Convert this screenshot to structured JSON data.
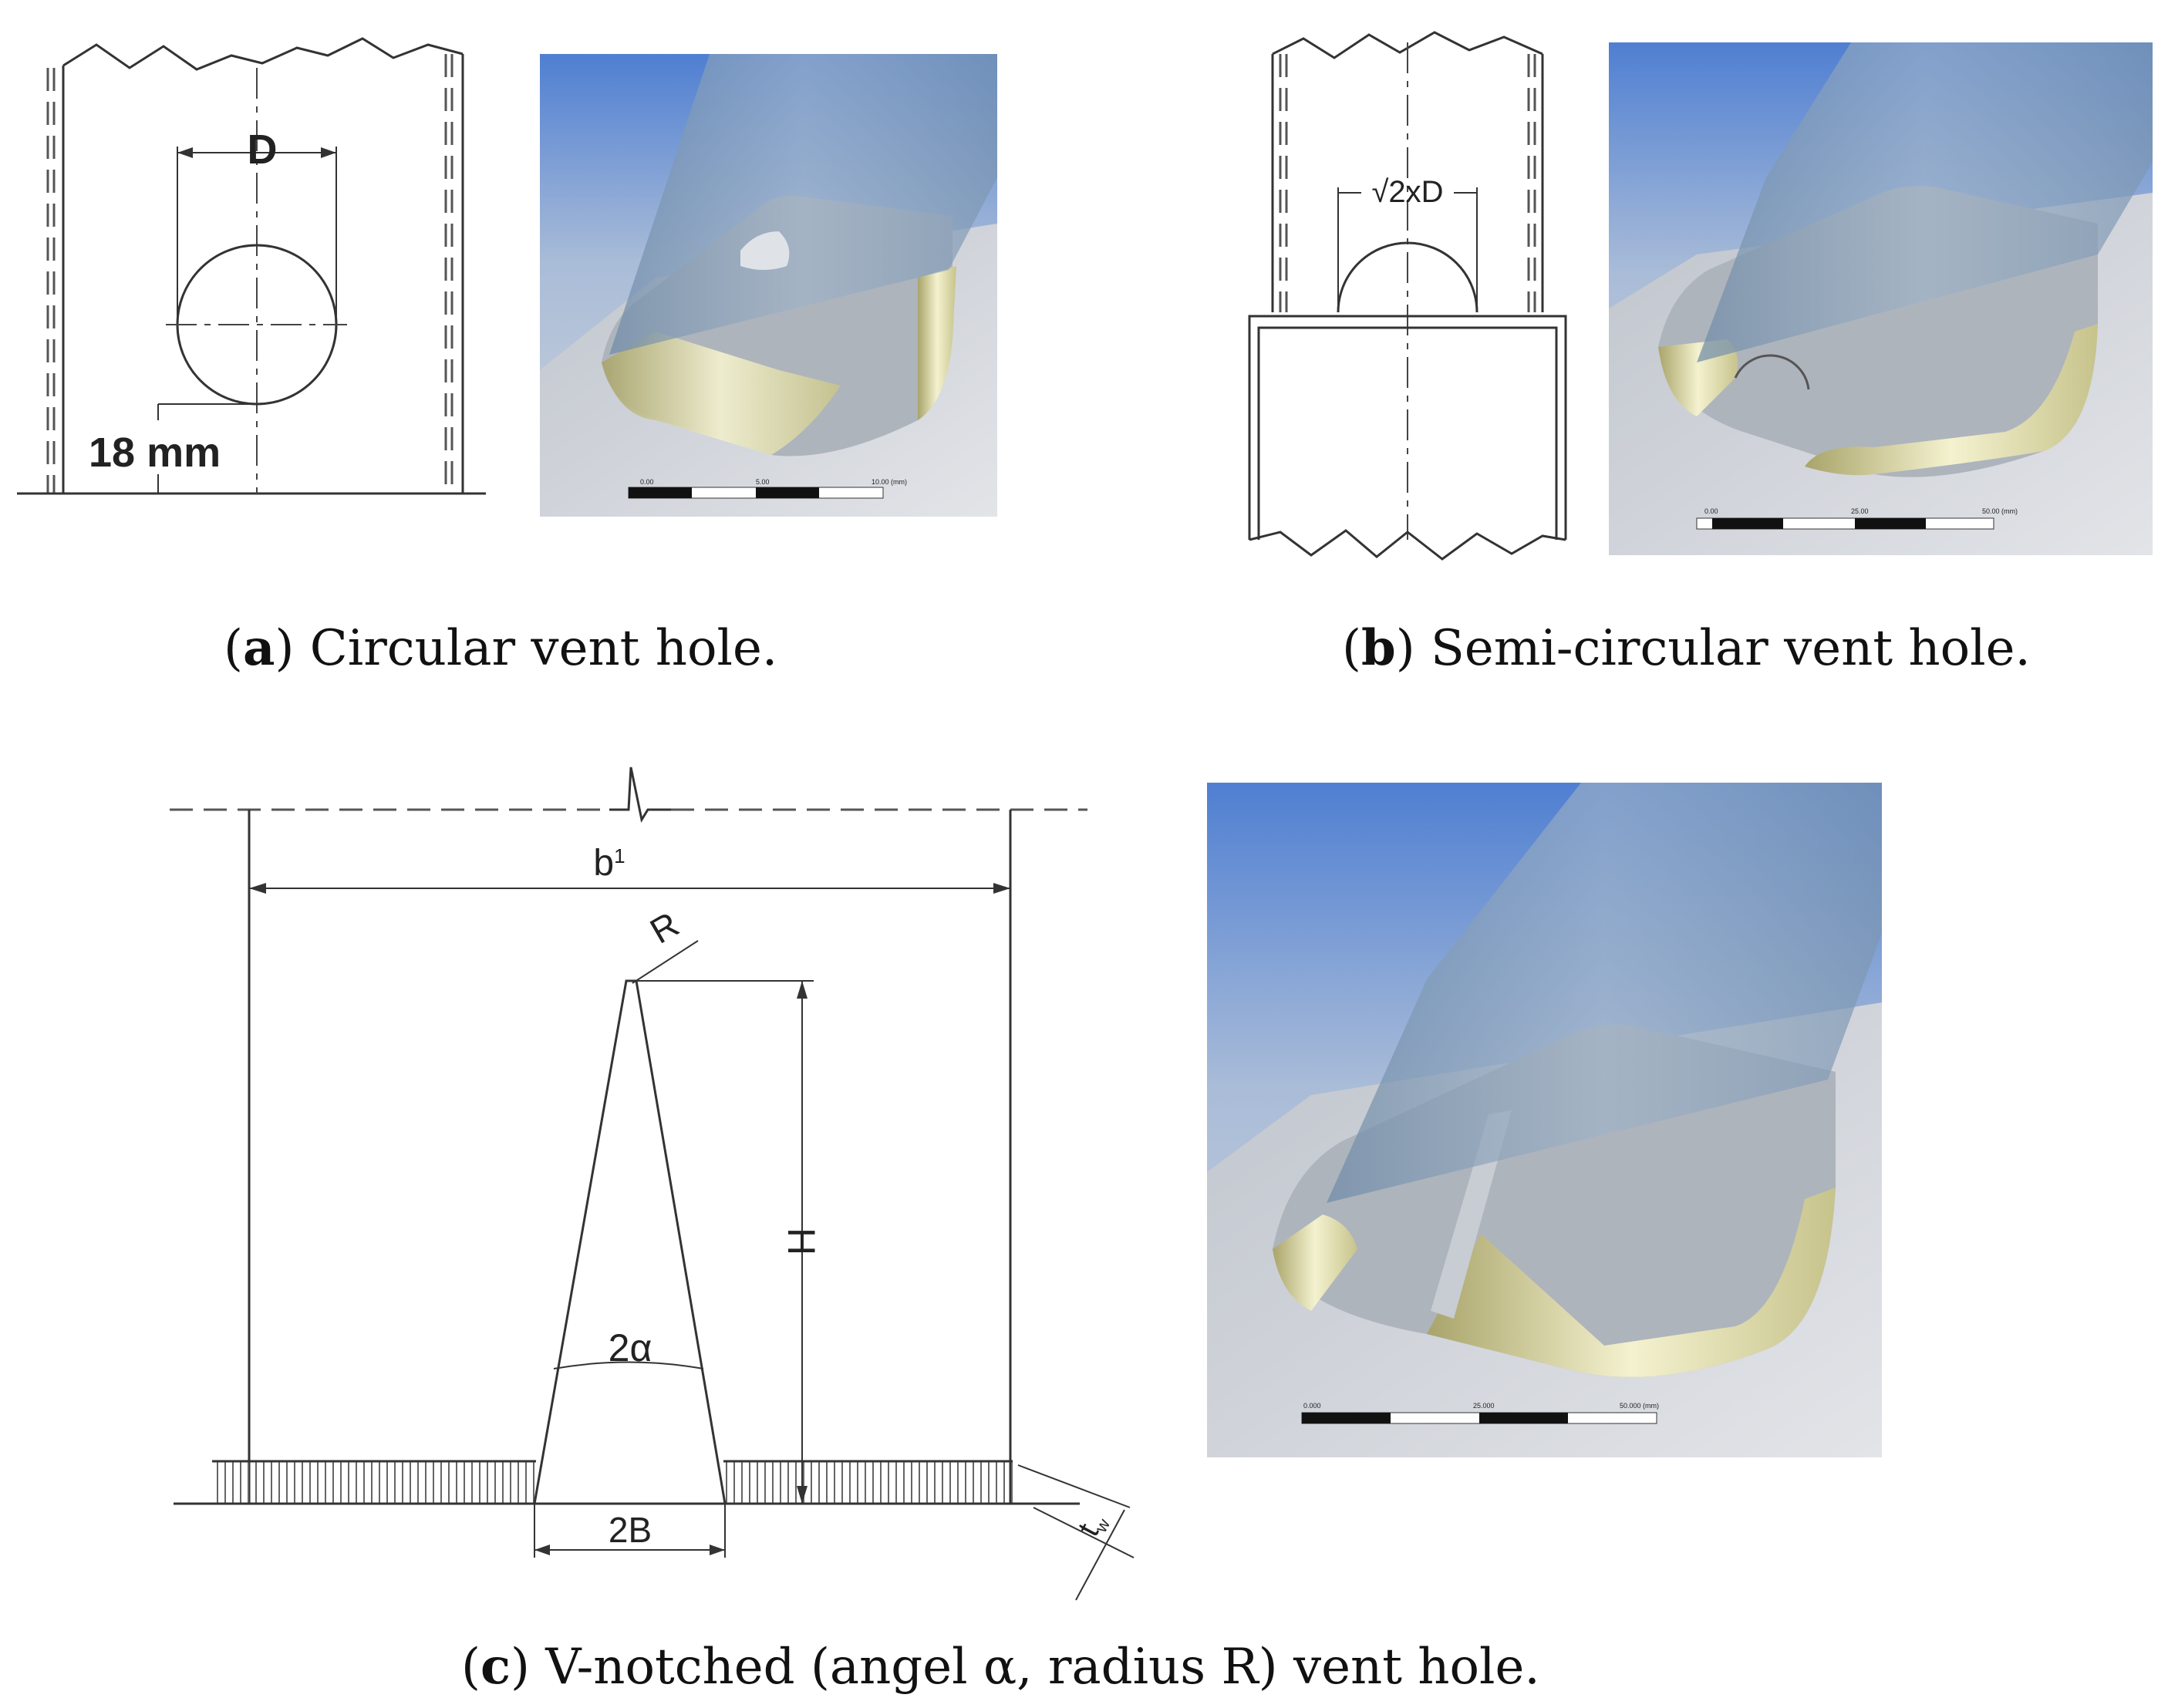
{
  "panel_a": {
    "caption_letter": "a",
    "caption_text": "Circular vent hole.",
    "label_d": "D",
    "label_offset": "18 mm"
  },
  "panel_b": {
    "caption_letter": "b",
    "caption_text": "Semi-circular vent hole.",
    "label_width": "√2xD"
  },
  "panel_c": {
    "caption_letter": "c",
    "caption_text": "V-notched (angel α, radius R) vent hole.",
    "label_b1": "b",
    "label_b1_sub": "1",
    "label_r": "R",
    "label_h": "H",
    "label_angle": "2α",
    "label_2b": "2B",
    "label_t": "t",
    "label_t_sub": "w"
  },
  "colors": {
    "steel_blue": "#8aa3bd",
    "sky_top": "#5f8bd6",
    "sky_bottom": "#b7c7dc",
    "plate_grey": "#c9ccd2",
    "weld_yellow": "#dcdca8"
  }
}
